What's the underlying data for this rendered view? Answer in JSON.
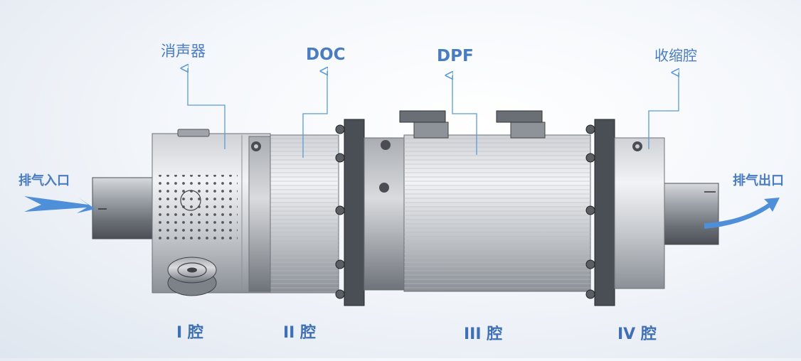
{
  "labels": {
    "muffler": "消声器",
    "doc": "DOC",
    "dpf": "DPF",
    "contraction": "收缩腔",
    "inlet": "排气入口",
    "outlet": "排气出口"
  },
  "cavities": {
    "c1": "I 腔",
    "c2": "II 腔",
    "c3": "III 腔",
    "c4": "IV 腔"
  },
  "colors": {
    "label": "#4a7cc0",
    "leader": "#5b9bd5",
    "flow_arrow": "#4f8ed8"
  }
}
